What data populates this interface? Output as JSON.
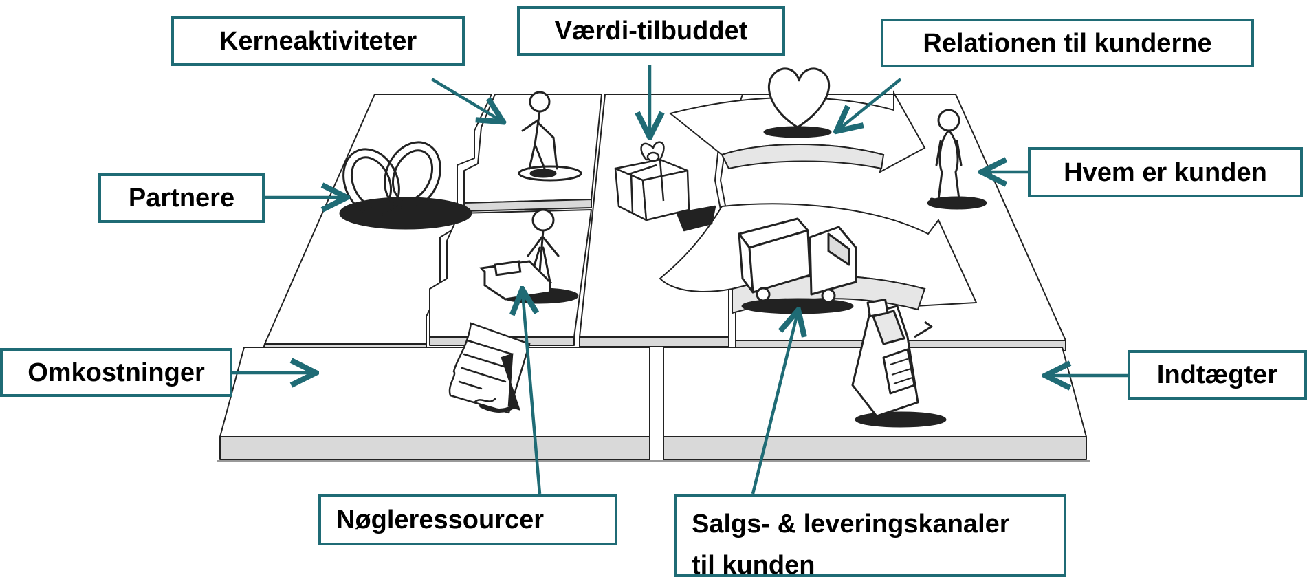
{
  "colors": {
    "frame": "#1f6b75",
    "arrow": "#1f6b75",
    "sketch": "#222222",
    "panel_side": "#d9d9d9"
  },
  "labels": {
    "kerneaktiviteter": "Kerneaktiviteter",
    "vaerdi": "Værdi-tilbuddet",
    "relationen": "Relationen til kunderne",
    "partnere": "Partnere",
    "hvem": "Hvem er kunden",
    "omkostninger": "Omkostninger",
    "indtaegter": "Indtægter",
    "noegleressourcer": "Nøgleressourcer",
    "salgs_line1": "Salgs- & leveringskanaler",
    "salgs_line2": "til kunden"
  },
  "icons": [
    "rings-icon",
    "digging-person-icon",
    "person-with-machine-icon",
    "gift-icon",
    "heart-icon",
    "standing-customer-icon",
    "truck-icon",
    "cash-register-icon",
    "contract-icon"
  ]
}
